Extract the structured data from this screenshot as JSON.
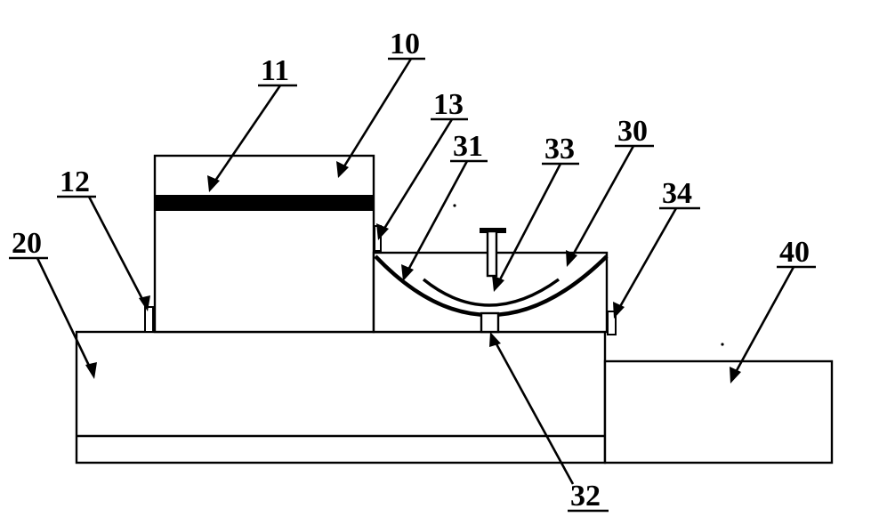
{
  "labels": {
    "l10": "10",
    "l11": "11",
    "l12": "12",
    "l13": "13",
    "l20": "20",
    "l30": "30",
    "l31": "31",
    "l32": "32",
    "l33": "33",
    "l34": "34",
    "l40": "40"
  }
}
